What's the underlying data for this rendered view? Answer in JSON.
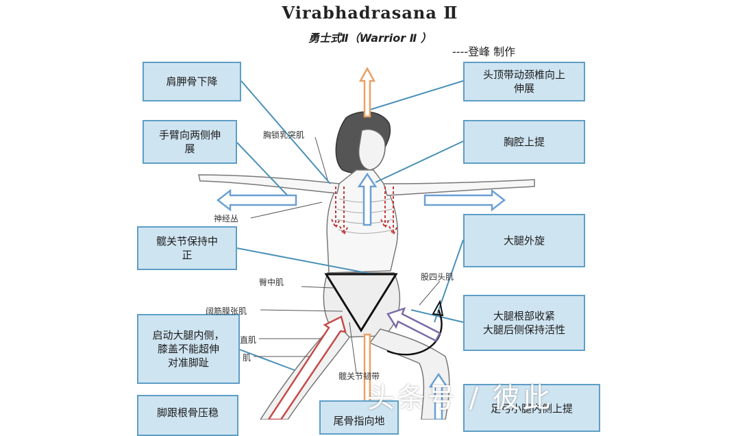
{
  "title": "Virabhadrasana Ⅱ",
  "subtitle": "勇士式Ⅱ（Warrior Ⅱ ）",
  "author": "----登峰 制作",
  "boxes": {
    "scapula": "肩胛骨下降",
    "arms": "手臂向两侧伸\n展",
    "hip": "髋关节保持中\n正",
    "inner_thigh": "启动大腿内侧，\n膝盖不能超伸\n对准脚趾",
    "heel": "脚跟根骨压稳",
    "crown": "头顶带动颈椎向上\n伸展",
    "chest": "胸腔上提",
    "thigh_rotate": "大腿外旋",
    "thigh_root": "大腿根部收紧\n大腿后侧保持活性",
    "bottom_mid": "尾骨指向地",
    "bottom_right": "足弓小腿内侧上提"
  },
  "labels": {
    "scm": "胸锁乳突肌",
    "plexus": "神经丛",
    "glute": "臀中肌",
    "tfl": "阔筋膜张肌",
    "rect": "直肌",
    "sart": "肌",
    "quad": "股四头肌",
    "itband": "髋关节韧带"
  },
  "watermark": "头条号 / 彼此",
  "colors": {
    "box_fill": "#cfe4f1",
    "box_border": "#5c9ec6",
    "arrow_orange": "#e8a064",
    "arrow_blue": "#6a9fd4",
    "arrow_red": "#c43a3a"
  }
}
